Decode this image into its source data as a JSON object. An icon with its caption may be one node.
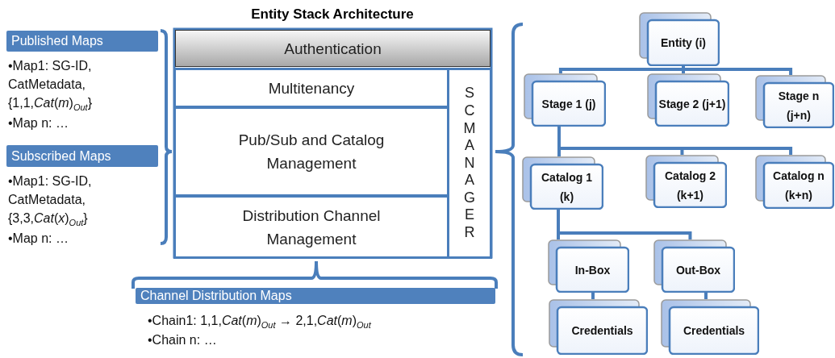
{
  "diagram": {
    "title": "Entity Stack Architecture",
    "nodes": [
      {
        "text": [
          "Published Maps"
        ],
        "beside": [
          "•Map1: SG-ID, CatMetadata, {1,1,*Cat*(*m*)$_{Out}$}",
          "•Map n: …"
        ]
      },
      {
        "text": [
          "Subscribed Maps"
        ],
        "beside": [
          "•Map1: SG-ID, CatMetadata, {3,3,*Cat*(*x*)$_{Out}$}",
          "•Map n: …"
        ]
      },
      {
        "text": [
          "Authentication"
        ]
      },
      {
        "text": [
          "Multitenancy"
        ]
      },
      {
        "text": [
          "Pub/Sub and Catalog Management"
        ]
      },
      {
        "text": [
          "Distribution Channel Management"
        ]
      },
      {
        "text": [
          "SC MANAGER"
        ]
      },
      {
        "text": [
          "Channel Distribution Maps"
        ],
        "beside": [
          "•Chain1: 1,1,*Cat*(*m*)$_{Out}$ → 2,1,*Cat*(*m*)$_{Out}$",
          "•Chain n: …"
        ]
      },
      {
        "text": [
          "Entity (i)"
        ]
      },
      {
        "text": [
          "Stage 1 (j)"
        ]
      },
      {
        "text": [
          "Stage 2 (j+1)"
        ]
      },
      {
        "text": [
          "Stage n (j+n)"
        ]
      },
      {
        "text": [
          "Catalog 1 (k)"
        ]
      },
      {
        "text": [
          "Catalog 2 (k+1)"
        ]
      },
      {
        "text": [
          "Catalog n (k+n)"
        ]
      },
      {
        "text": [
          "In-Box"
        ]
      },
      {
        "text": [
          "Out-Box"
        ]
      },
      {
        "text": [
          "Credentials"
        ]
      },
      {
        "text": [
          "Credentials"
        ]
      }
    ],
    "edges": [
      {
        "from": 8,
        "to": 9,
        "arrow": "none"
      },
      {
        "from": 8,
        "to": 10,
        "arrow": "none"
      },
      {
        "from": 8,
        "to": 11,
        "arrow": "none"
      },
      {
        "from": 9,
        "to": 12,
        "arrow": "none"
      },
      {
        "from": 9,
        "to": 13,
        "arrow": "none"
      },
      {
        "from": 9,
        "to": 14,
        "arrow": "none"
      },
      {
        "from": 12,
        "to": 15,
        "arrow": "none"
      },
      {
        "from": 12,
        "to": 16,
        "arrow": "none"
      },
      {
        "from": 15,
        "to": 17,
        "arrow": "none"
      },
      {
        "from": 16,
        "to": 18,
        "arrow": "none"
      }
    ]
  }
}
